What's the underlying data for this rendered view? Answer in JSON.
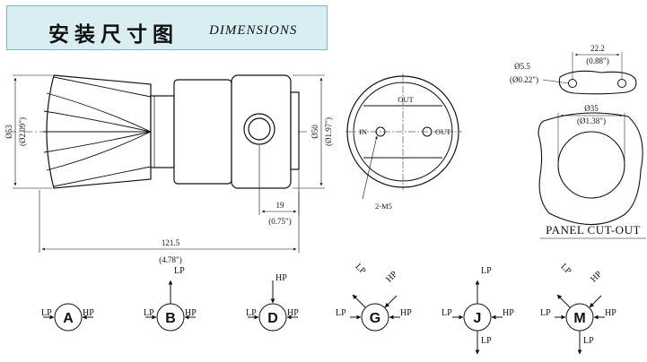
{
  "header": {
    "title_cn": "安装尺寸图",
    "title_en": "DIMENSIONS"
  },
  "side_view": {
    "dia_53_mm": "Ø53",
    "dia_53_in": "(Ø2.09\")",
    "dia_50_mm": "Ø50",
    "dia_50_in": "(Ø1.97\")",
    "depth_mm": "19",
    "depth_in": "(0.75\")",
    "length_mm": "121.5",
    "length_in": "(4.78\")"
  },
  "end_view": {
    "out_top": "OUT",
    "in_port": "IN",
    "out_right": "OUT",
    "thread": "2-M5"
  },
  "panel": {
    "spacing_mm": "22.2",
    "spacing_in": "(0.88\")",
    "hole_mm": "Ø5.5",
    "hole_in": "(Ø0.22\")",
    "cutout_mm": "Ø35",
    "cutout_in": "(Ø1.38\")",
    "caption": "PANEL CUT-OUT"
  },
  "port_configs": [
    {
      "letter": "A",
      "labels": [
        "LP",
        "HP"
      ]
    },
    {
      "letter": "B",
      "labels": [
        "LP",
        "LP",
        "HP"
      ]
    },
    {
      "letter": "D",
      "labels": [
        "HP",
        "LP",
        "HP"
      ]
    },
    {
      "letter": "G",
      "labels": [
        "LP",
        "HP",
        "LP",
        "HP"
      ]
    },
    {
      "letter": "J",
      "labels": [
        "LP",
        "LP",
        "HP",
        "LP"
      ]
    },
    {
      "letter": "M",
      "labels": [
        "LP",
        "HP",
        "LP",
        "HP",
        "LP"
      ]
    }
  ]
}
